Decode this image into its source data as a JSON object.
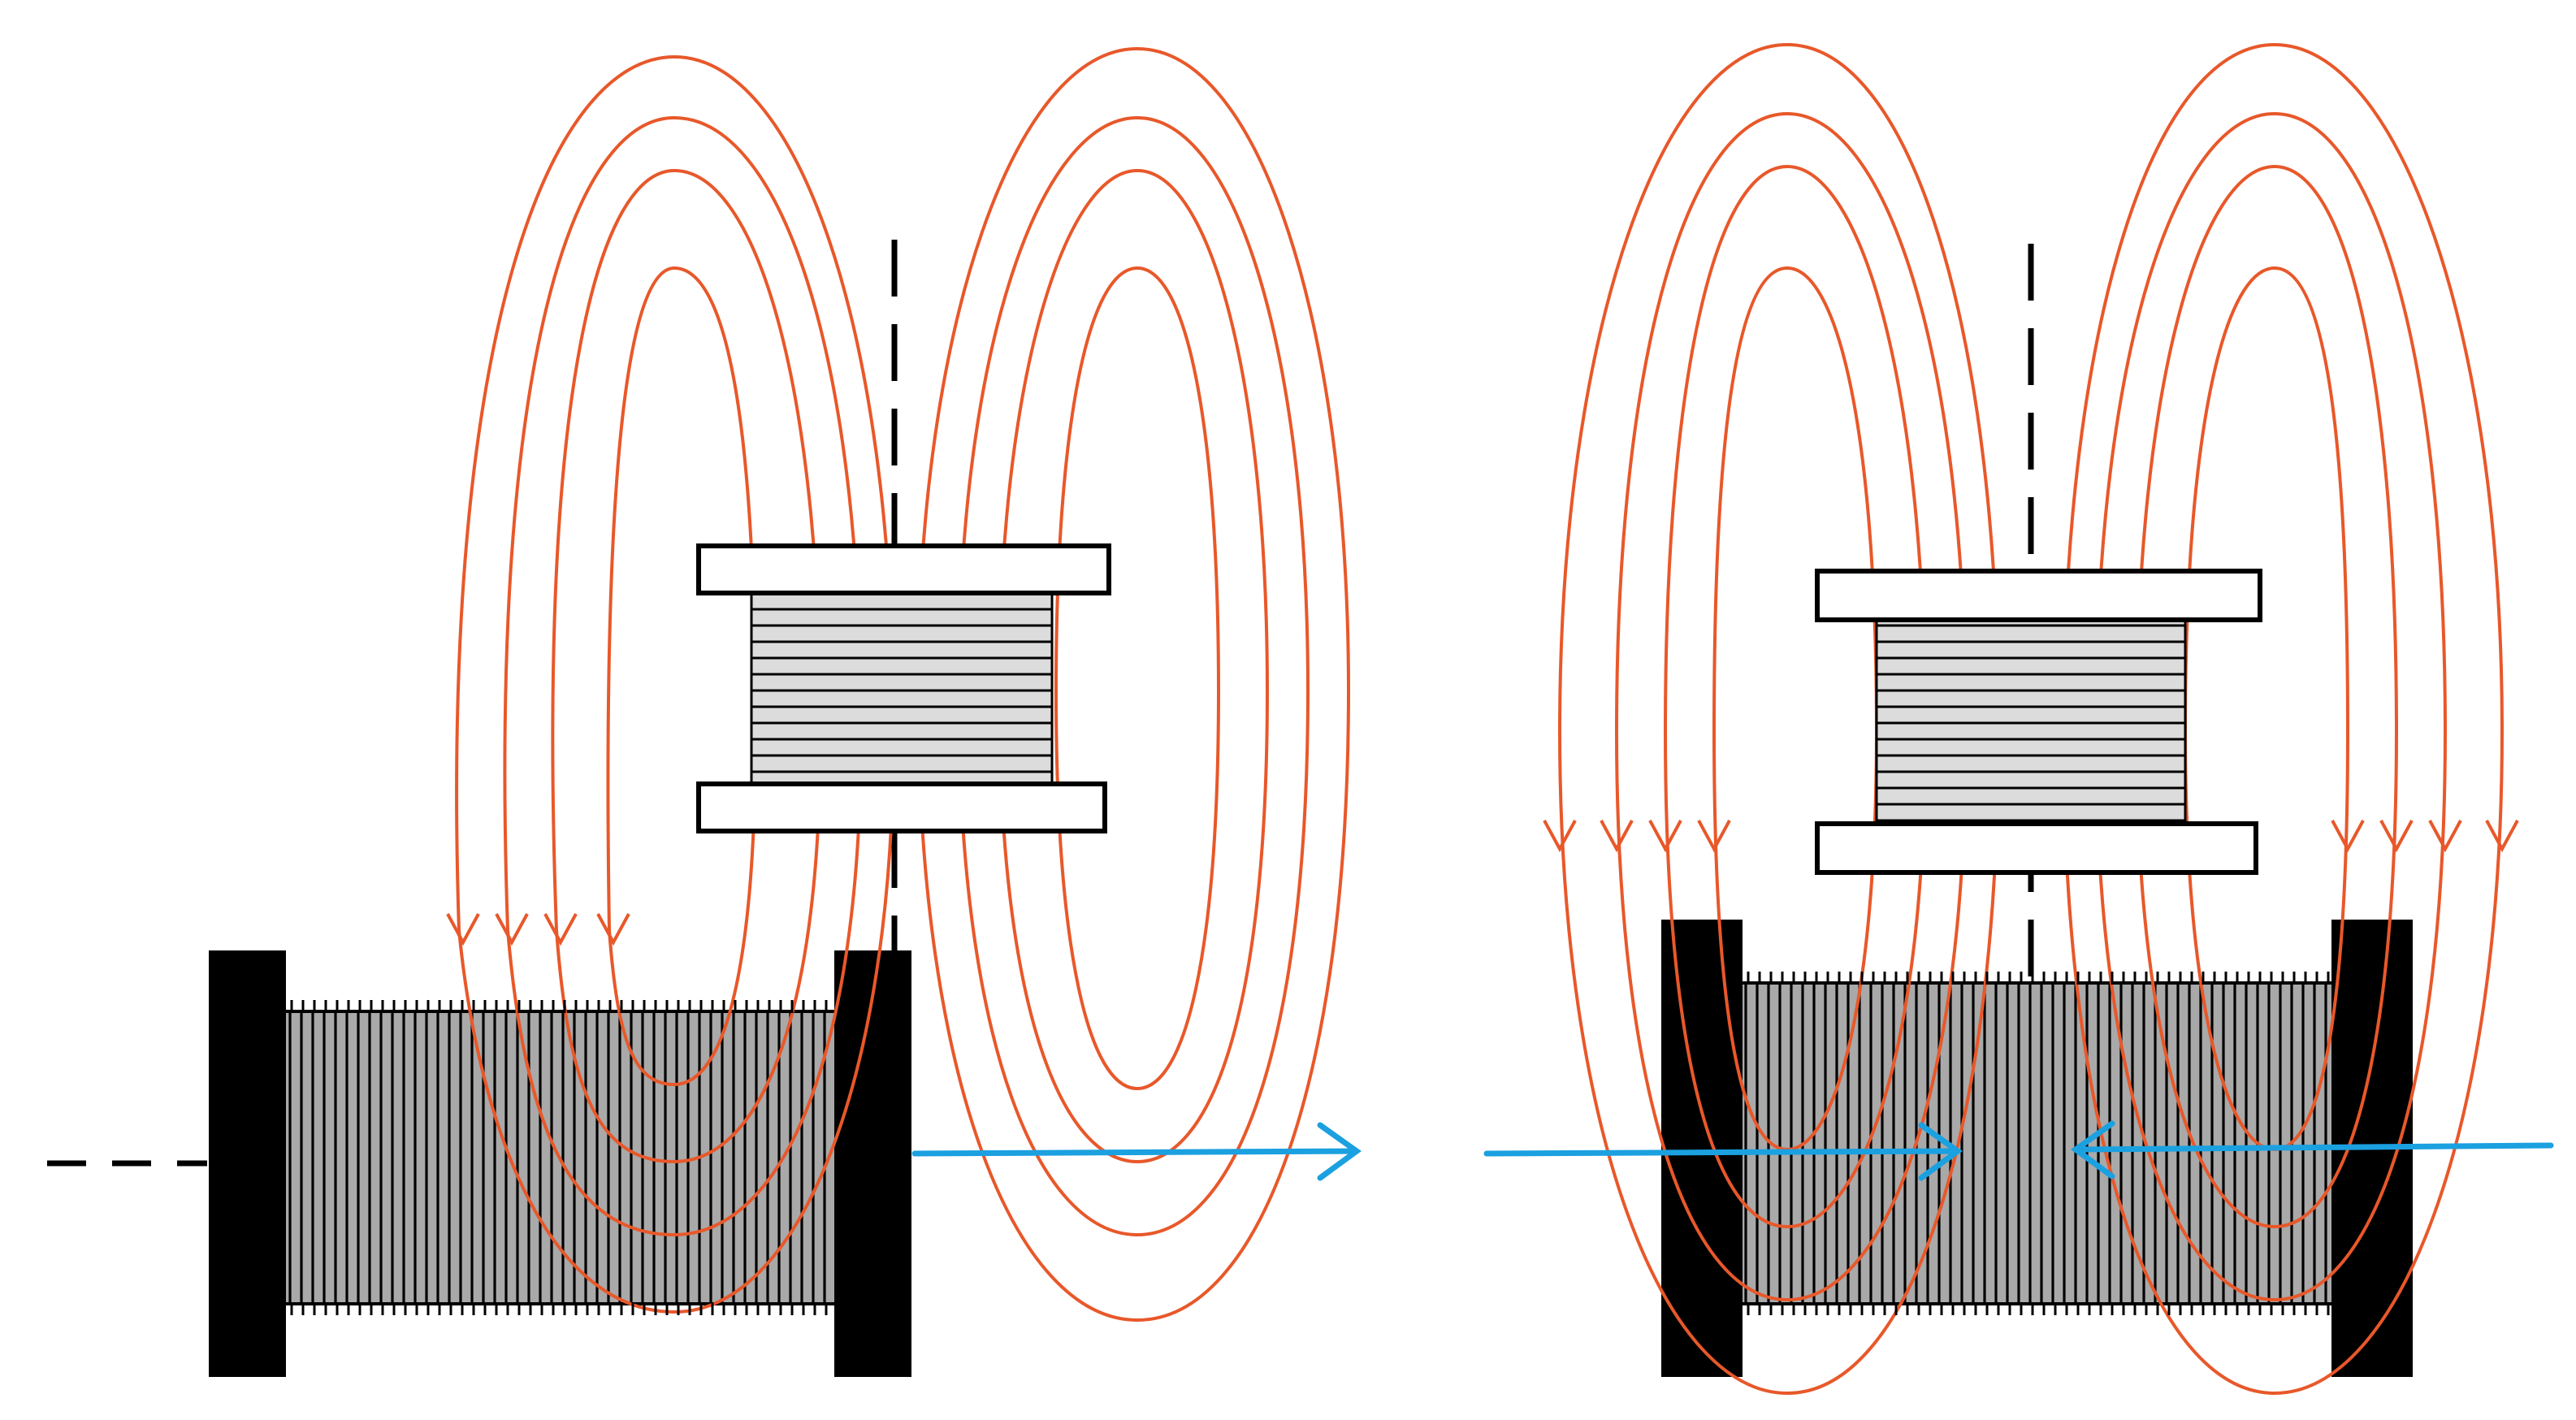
{
  "colors": {
    "background": "#ffffff",
    "field_line": "#e8582a",
    "arrow": "#1ba0e0",
    "outline": "#000000",
    "bobbin_fill": "#dcdcdc",
    "winding_fill": "#a9a9a9",
    "flange_fill": "#000000"
  },
  "panels": [
    {
      "name": "left-panel",
      "field_loops_per_side": 4,
      "arrow_count": 1,
      "arrow_direction": "right"
    },
    {
      "name": "right-panel",
      "field_loops_per_side": 4,
      "arrow_count": 2,
      "arrow_direction": "inward"
    }
  ]
}
